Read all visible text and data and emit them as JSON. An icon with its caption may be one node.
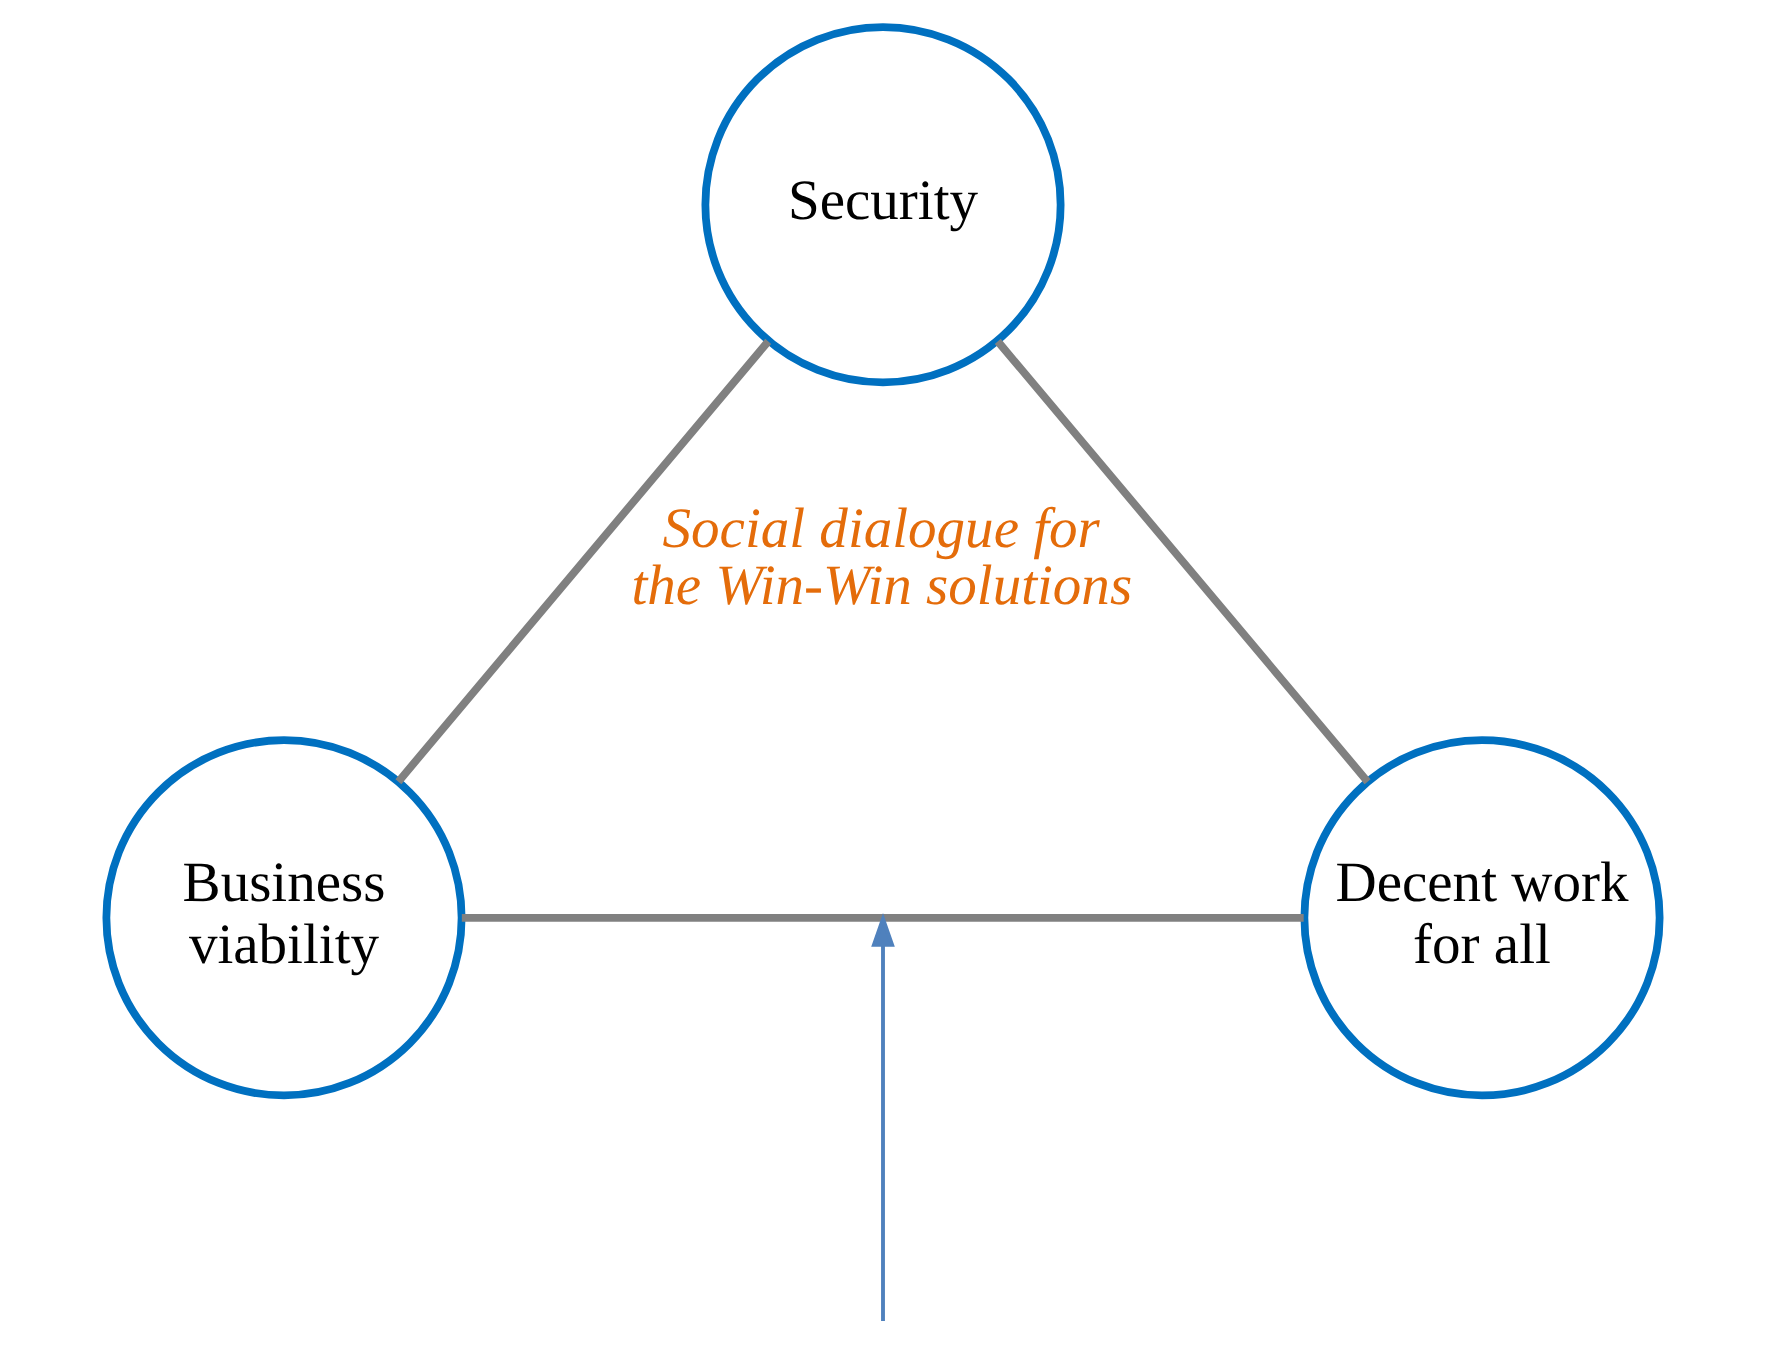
{
  "diagram": {
    "nodes": [
      {
        "text": [
          "Security"
        ]
      },
      {
        "text": [
          "Business viability"
        ]
      },
      {
        "text": [
          "Decent work for all"
        ]
      }
    ],
    "edges": [
      {
        "from": 0,
        "to": 1,
        "arrow": "none"
      },
      {
        "from": 0,
        "to": 2,
        "arrow": "none"
      },
      {
        "from": 1,
        "to": 2,
        "arrow": "none"
      }
    ],
    "labels": [
      "Social dialogue for the Win-Win solutions"
    ]
  }
}
